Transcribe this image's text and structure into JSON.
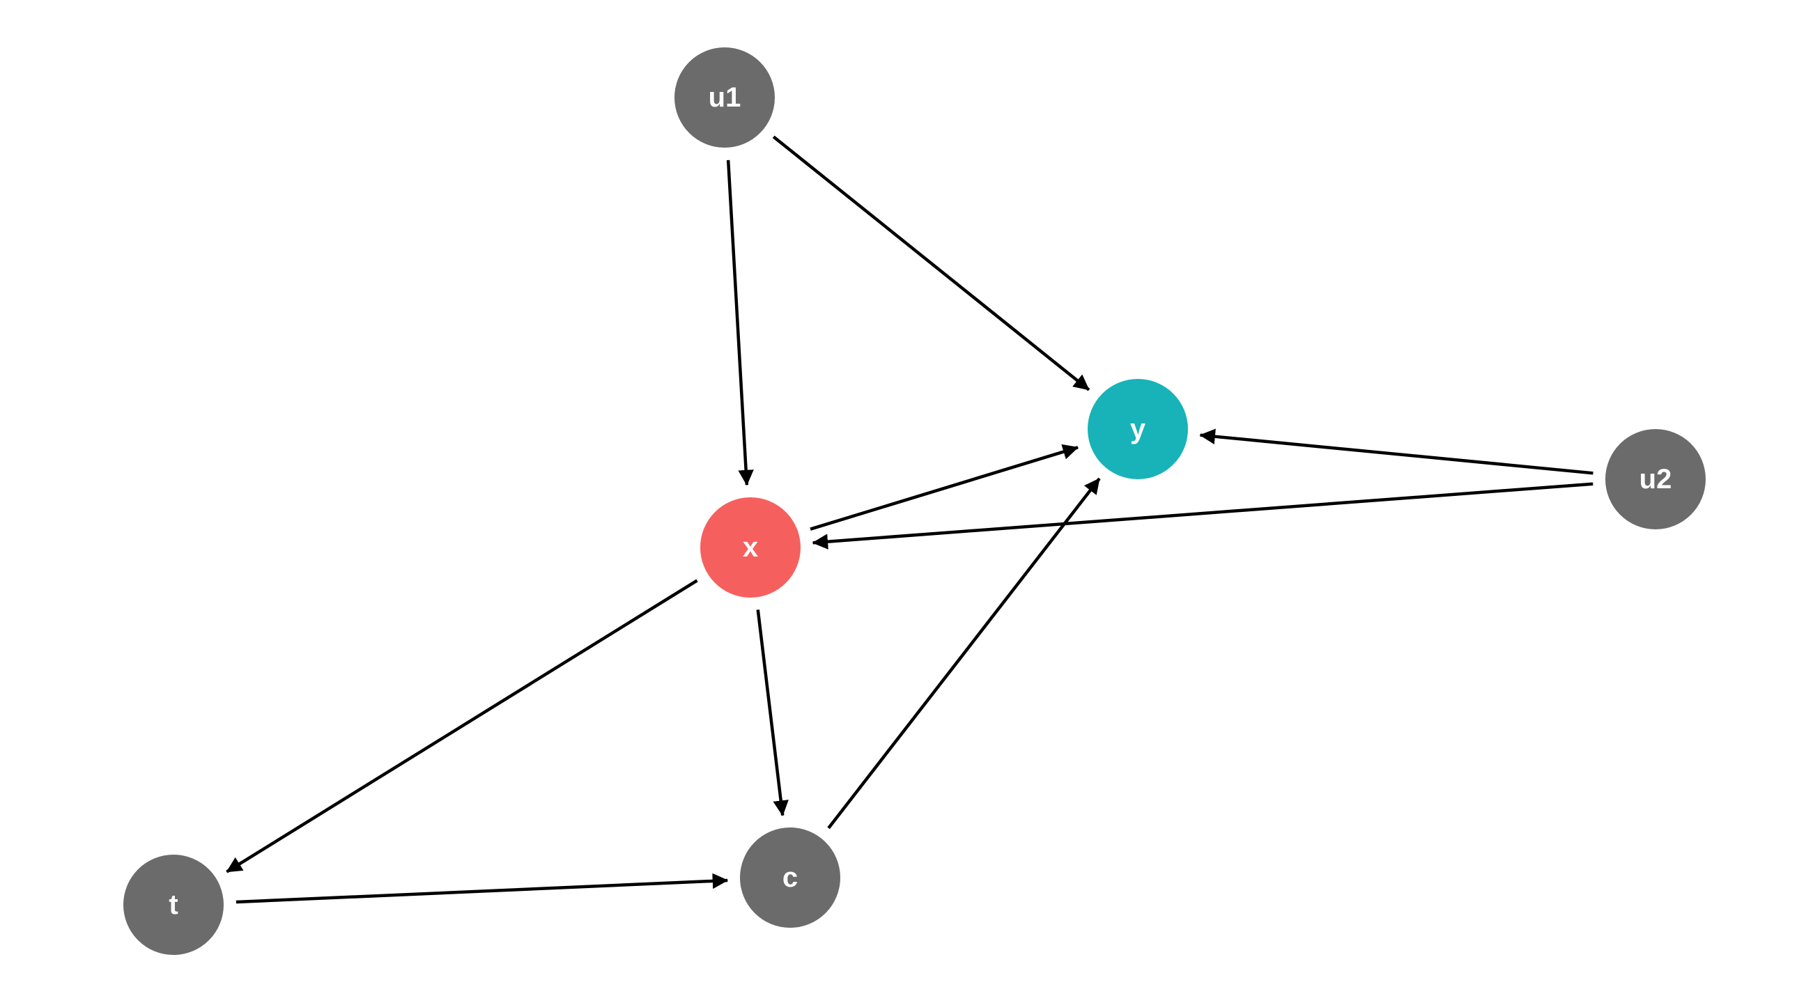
{
  "diagram": {
    "type": "directed-acyclic-graph",
    "colors": {
      "background": "#ffffff",
      "edge": "#000000",
      "label": "#ffffff",
      "default_node": "#6b6b6b",
      "exposure_node": "#f5605e",
      "outcome_node": "#17b3b8"
    },
    "nodes": [
      {
        "id": "u1",
        "label": "u1",
        "role": "default"
      },
      {
        "id": "y",
        "label": "y",
        "role": "outcome"
      },
      {
        "id": "u2",
        "label": "u2",
        "role": "default"
      },
      {
        "id": "x",
        "label": "x",
        "role": "exposure"
      },
      {
        "id": "t",
        "label": "t",
        "role": "default"
      },
      {
        "id": "c",
        "label": "c",
        "role": "default"
      }
    ],
    "edges": [
      {
        "from": "u1",
        "to": "x"
      },
      {
        "from": "u1",
        "to": "y"
      },
      {
        "from": "x",
        "to": "y"
      },
      {
        "from": "u2",
        "to": "y"
      },
      {
        "from": "u2",
        "to": "x"
      },
      {
        "from": "x",
        "to": "t"
      },
      {
        "from": "x",
        "to": "c"
      },
      {
        "from": "c",
        "to": "y"
      },
      {
        "from": "t",
        "to": "c"
      }
    ]
  }
}
